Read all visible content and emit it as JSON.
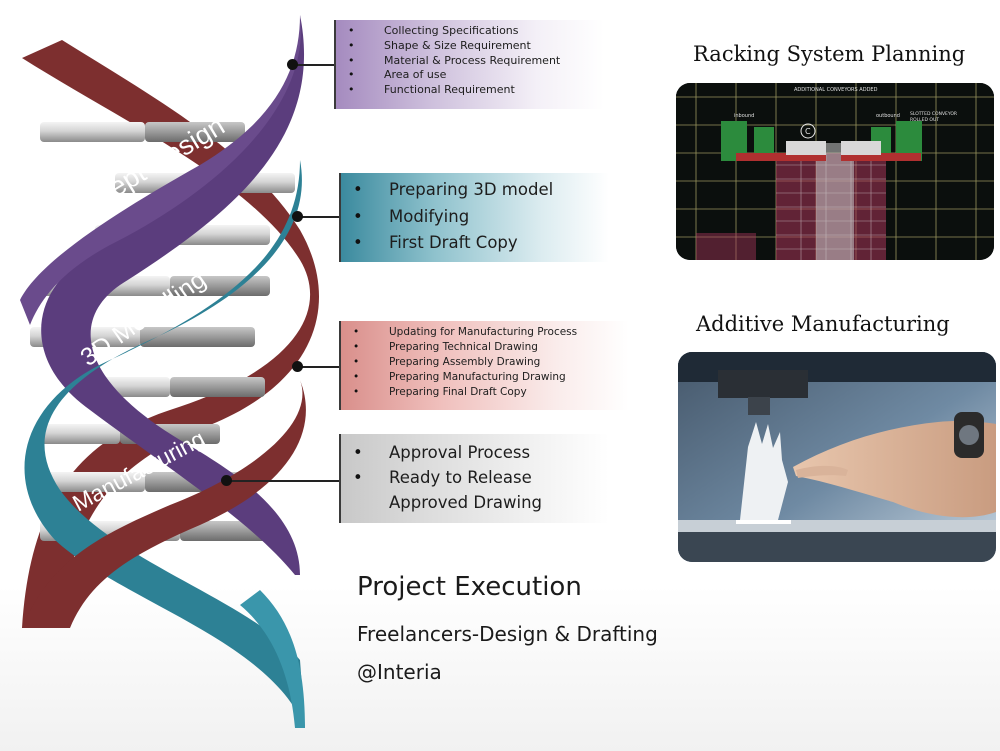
{
  "helix": {
    "stage_labels": [
      "Concept Design",
      "3D Modelling",
      "Manufacturing"
    ],
    "colors": {
      "purple": "#5b3d7d",
      "teal": "#2d8195",
      "red": "#7d2f2f"
    }
  },
  "stages": [
    {
      "items": [
        "Collecting Specifications",
        "Shape & Size Requirement",
        "Material & Process Requirement",
        "Area of use",
        "Functional Requirement"
      ]
    },
    {
      "items": [
        "Preparing 3D model",
        "Modifying",
        "First Draft Copy"
      ]
    },
    {
      "items": [
        "Updating for Manufacturing Process",
        "Preparing Technical Drawing",
        "Preparing Assembly Drawing",
        "Preparing Manufacturing Drawing",
        "Preparing Final Draft Copy"
      ]
    },
    {
      "items": [
        "Approval Process",
        "Ready to Release",
        "Approved Drawing"
      ]
    }
  ],
  "panels": {
    "racking_title": "Racking System Planning",
    "additive_title": "Additive Manufacturing",
    "cad_labels": {
      "top": "ADDITIONAL CONVEYORS ADDED",
      "right": "SLOTTED CONVEYOR",
      "right2": "ROLLED OUT",
      "inbound": "inbound",
      "outbound": "outbound",
      "marker_c": "C"
    }
  },
  "footer": {
    "line1": "Project Execution",
    "line2": "Freelancers-Design & Drafting",
    "line3": "@Interia"
  }
}
